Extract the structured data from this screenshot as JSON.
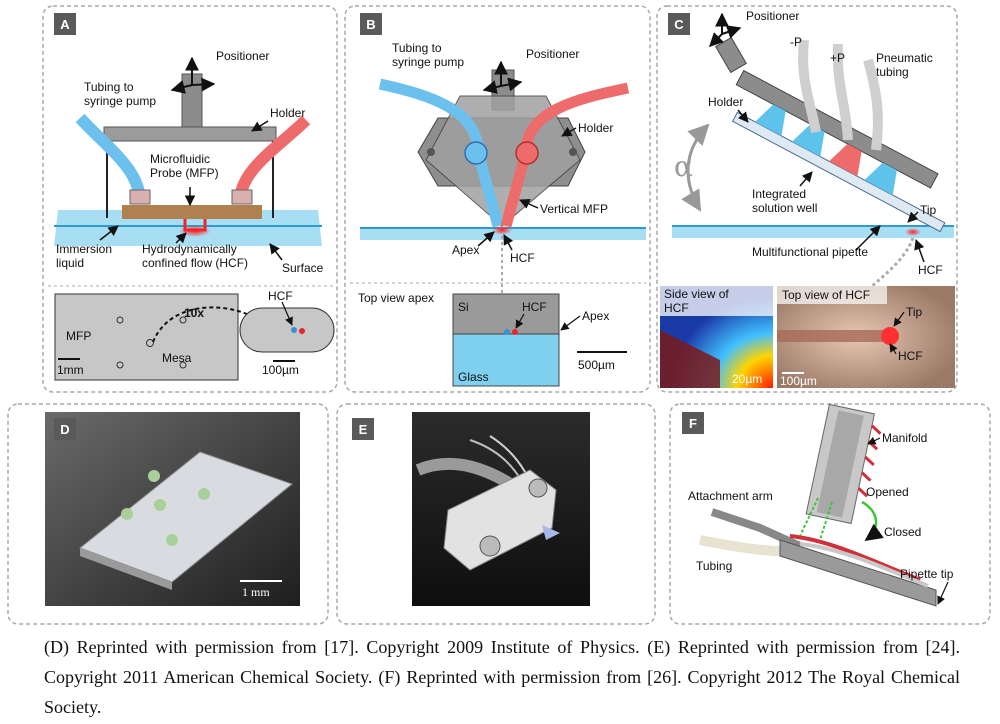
{
  "colors": {
    "panel_border": "#a8a8a8",
    "label_box": "#5a5a5a",
    "liquid": "#5ec3ea",
    "blue_tubing": "#6cc0ee",
    "red_tubing": "#ee6b6b",
    "hcf": "#e8262c",
    "holder_gray": "#8c8c8c"
  },
  "panels": {
    "A": {
      "letter": "A",
      "positioner": "Positioner",
      "tubing": "Tubing to\nsyringe pump",
      "holder": "Holder",
      "mfp": "Microfluidic\nProbe (MFP)",
      "immersion": "Immersion\nliquid",
      "hcf": "Hydrodynamically\nconfined flow (HCF)",
      "surface": "Surface",
      "inset_mfp": "MFP",
      "inset_mesa": "Mesa",
      "inset_zoom": "10x",
      "inset_hcf": "HCF",
      "scale1": "1mm",
      "scale2": "100µm"
    },
    "B": {
      "letter": "B",
      "tubing": "Tubing to\nsyringe pump",
      "positioner": "Positioner",
      "holder": "Holder",
      "vertical_mfp": "Vertical MFP",
      "apex": "Apex",
      "hcf": "HCF",
      "top_view": "Top view apex",
      "si": "Si",
      "hcf2": "HCF",
      "apex2": "Apex",
      "glass": "Glass",
      "scale": "500µm"
    },
    "C": {
      "letter": "C",
      "positioner": "Positioner",
      "minus_p": "-P",
      "plus_p": "+P",
      "pneumatic": "Pneumatic\ntubing",
      "holder": "Holder",
      "alpha": "α",
      "integrated": "Integrated\nsolution well",
      "tip": "Tip",
      "pipette": "Multifunctional pipette",
      "hcf": "HCF",
      "side_view": "Side view of\nHCF",
      "top_view_hcf": "Top view of HCF",
      "tip2": "Tip",
      "hcf2": "HCF",
      "scale1": "20µm",
      "scale2": "100µm"
    },
    "D": {
      "letter": "D",
      "scale": "1 mm"
    },
    "E": {
      "letter": "E"
    },
    "F": {
      "letter": "F",
      "manifold": "Manifold",
      "attachment": "Attachment arm",
      "opened": "Opened",
      "closed": "Closed",
      "tubing": "Tubing",
      "pipette_tip": "Pipette tip"
    }
  },
  "caption": "(D) Reprinted with permission from [17]. Copyright 2009 Institute of Physics. (E) Reprinted with permission from [24]. Copyright 2011 American Chemical Society. (F) Reprinted with permission from [26]. Copyright 2012 The Royal Chemical Society."
}
